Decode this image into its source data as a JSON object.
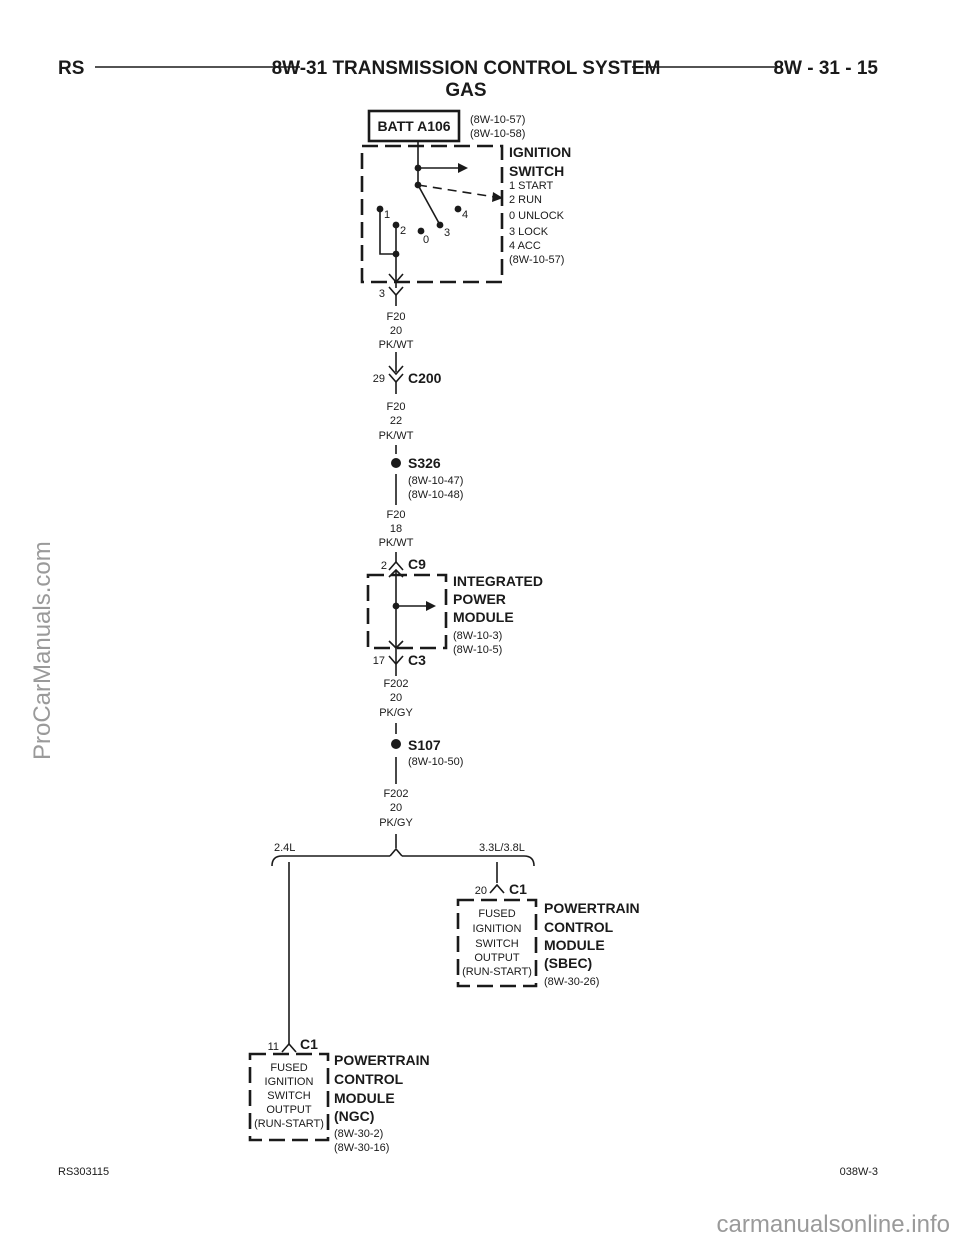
{
  "header": {
    "left": "RS",
    "title_line1": "8W-31 TRANSMISSION CONTROL SYSTEM",
    "title_line2": "GAS",
    "right": "8W - 31 - 15"
  },
  "batt": {
    "label": "BATT A106",
    "ref1": "(8W-10-57)",
    "ref2": "(8W-10-58)"
  },
  "ignition": {
    "title1": "IGNITION",
    "title2": "SWITCH",
    "legend": [
      "1 START",
      "2 RUN",
      "0 UNLOCK",
      "3 LOCK",
      "4 ACC",
      "(8W-10-57)"
    ],
    "pins": [
      "1",
      "2",
      "0",
      "3",
      "4"
    ],
    "out_pin": "3"
  },
  "wire1": {
    "circuit": "F20",
    "gauge": "20",
    "color": "PK/WT"
  },
  "c200": {
    "pin": "29",
    "label": "C200"
  },
  "wire2": {
    "circuit": "F20",
    "gauge": "22",
    "color": "PK/WT"
  },
  "s326": {
    "label": "S326",
    "ref1": "(8W-10-47)",
    "ref2": "(8W-10-48)"
  },
  "wire3": {
    "circuit": "F20",
    "gauge": "18",
    "color": "PK/WT"
  },
  "ipm": {
    "in_pin": "2",
    "in_conn": "C9",
    "title1": "INTEGRATED",
    "title2": "POWER",
    "title3": "MODULE",
    "ref1": "(8W-10-3)",
    "ref2": "(8W-10-5)",
    "out_pin": "17",
    "out_conn": "C3"
  },
  "wire4": {
    "circuit": "F202",
    "gauge": "20",
    "color": "PK/GY"
  },
  "s107": {
    "label": "S107",
    "ref1": "(8W-10-50)"
  },
  "wire5": {
    "circuit": "F202",
    "gauge": "20",
    "color": "PK/GY"
  },
  "branch": {
    "left": "2.4L",
    "right": "3.3L/3.8L"
  },
  "pcm_sbec": {
    "pin": "20",
    "conn": "C1",
    "inner": [
      "FUSED",
      "IGNITION",
      "SWITCH",
      "OUTPUT",
      "(RUN-START)"
    ],
    "title": [
      "POWERTRAIN",
      "CONTROL",
      "MODULE",
      "(SBEC)"
    ],
    "ref1": "(8W-30-26)"
  },
  "pcm_ngc": {
    "pin": "11",
    "conn": "C1",
    "inner": [
      "FUSED",
      "IGNITION",
      "SWITCH",
      "OUTPUT",
      "(RUN-START)"
    ],
    "title": [
      "POWERTRAIN",
      "CONTROL",
      "MODULE",
      "(NGC)"
    ],
    "ref1": "(8W-30-2)",
    "ref2": "(8W-30-16)"
  },
  "footer": {
    "left": "RS303115",
    "right": "038W-3"
  },
  "watermarks": {
    "side": "ProCarManuals.com",
    "bottom": "carmanualsonline.info"
  }
}
